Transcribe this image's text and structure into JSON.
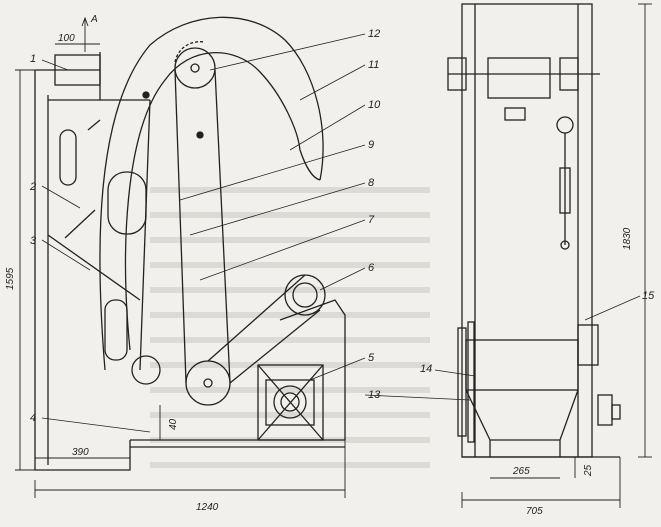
{
  "figure": {
    "callouts": [
      "1",
      "2",
      "3",
      "4",
      "5",
      "6",
      "7",
      "8",
      "9",
      "10",
      "11",
      "12",
      "13",
      "14",
      "15"
    ],
    "dimensions": {
      "top_offset": "100",
      "view_marker": "A",
      "left_height": "1595",
      "right_height": "1830",
      "bottom_width": "1240",
      "bottom_left": "390",
      "gap_40": "40",
      "right_base": "705",
      "right_inner": "265",
      "right_small": "25"
    }
  }
}
